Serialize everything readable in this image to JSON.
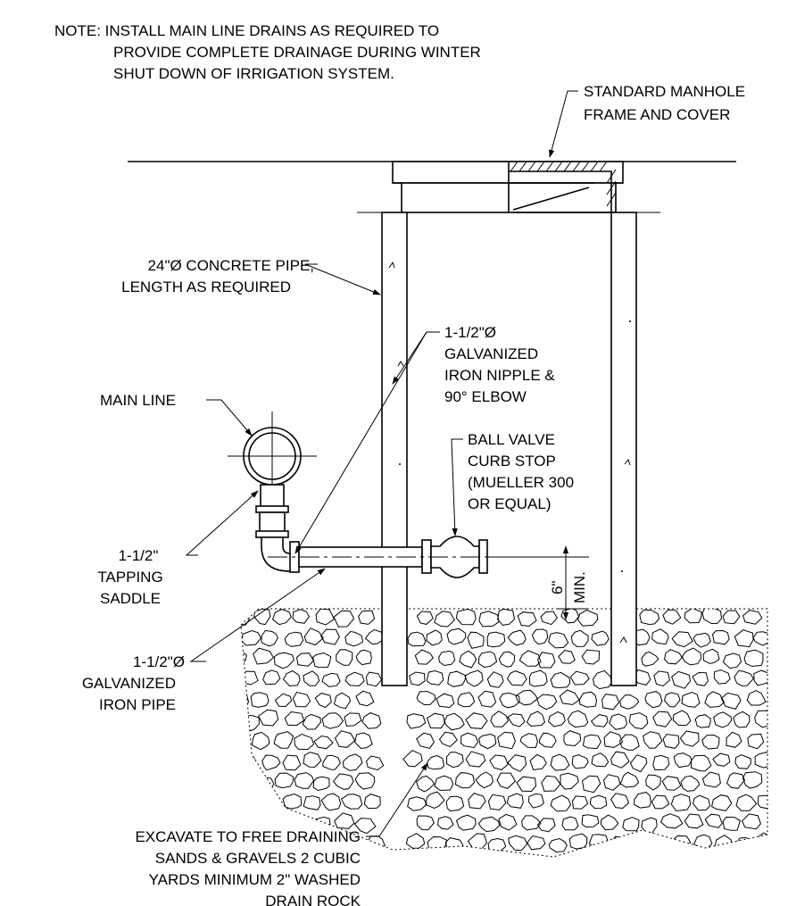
{
  "note": {
    "lines": [
      "NOTE:  INSTALL MAIN LINE DRAINS AS REQUIRED TO",
      "PROVIDE COMPLETE DRAINAGE DURING WINTER",
      "SHUT DOWN OF IRRIGATION SYSTEM."
    ]
  },
  "labels": {
    "manhole": [
      "STANDARD MANHOLE",
      "FRAME AND COVER"
    ],
    "concrete_pipe": [
      "24\"Ø CONCRETE PIPE,",
      "LENGTH AS REQUIRED"
    ],
    "nipple": [
      "1-1/2\"Ø",
      "GALVANIZED",
      "IRON NIPPLE &",
      "90° ELBOW"
    ],
    "main_line": [
      "MAIN LINE"
    ],
    "ball_valve": [
      "BALL VALVE",
      "CURB STOP",
      "(MUELLER 300",
      "OR EQUAL)"
    ],
    "tapping_saddle": [
      "1-1/2\"",
      "TAPPING",
      "SADDLE"
    ],
    "dimension": [
      "6\"",
      "MIN."
    ],
    "iron_pipe": [
      "1-1/2\"Ø",
      "GALVANIZED",
      "IRON PIPE"
    ],
    "excavate": [
      "EXCAVATE TO FREE DRAINING",
      "SANDS & GRAVELS 2 CUBIC",
      "YARDS MINIMUM 2\" WASHED",
      "DRAIN ROCK"
    ]
  },
  "colors": {
    "line": "#000000",
    "background": "#ffffff"
  }
}
